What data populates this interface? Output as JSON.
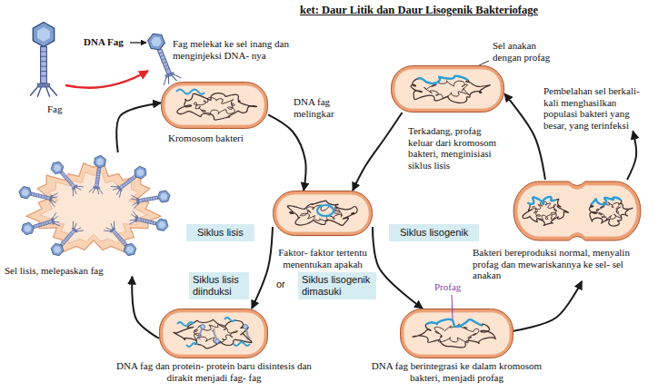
{
  "diagram": {
    "title": "ket: Daur Litik dan Daur Lisogenik Bakteriofage",
    "nodes": [
      {
        "text": [
          "Fag melekat ke sel inang dan menginjeksi DNA- nya",
          "Kromosom bakteri"
        ]
      },
      {
        "text": [
          "Sel anakan dengan profag"
        ]
      },
      {
        "text": [
          "Pembelahan sel berkali- kali menghasilkan populasi bakteri yang besar, yang terinfeksi"
        ]
      },
      {
        "text": [
          "Sel lisis, melepaskan fag"
        ]
      },
      {
        "text": [
          "Siklus lisis"
        ]
      },
      {
        "text": [
          "Faktor- faktor tertentu menentukan apakah"
        ]
      },
      {
        "text": [
          "Siklus lisogenik"
        ]
      },
      {
        "text": [
          "Bakteri bereproduksi normal, menyalin profag dan mewariskannya ke sel- sel anakan"
        ]
      },
      {
        "text": [
          "DNA fag dan protein- protein baru disintesis dan dirakit menjadi fag- fag"
        ]
      },
      {
        "text": [
          "DNA fag berintegrasi ke dalam kromosom bakteri, menjadi profag"
        ]
      }
    ],
    "edges": [
      {
        "from": 0,
        "to": 5,
        "label": "DNA fag melingkar",
        "arrow": "to"
      },
      {
        "from": 5,
        "to": 8,
        "label": "Siklus lisis diinduksi",
        "arrow": "to"
      },
      {
        "from": 8,
        "to": 3,
        "arrow": "to"
      },
      {
        "from": 3,
        "to": 0,
        "arrow": "to"
      },
      {
        "from": 5,
        "to": 9,
        "label": "Siklus lisogenik dimasuki",
        "arrow": "to"
      },
      {
        "from": 9,
        "to": 7,
        "arrow": "to"
      },
      {
        "from": 7,
        "to": 1,
        "arrow": "to"
      },
      {
        "from": 1,
        "to": 5,
        "label": "Terkadang, profag keluar dari kromosom bakteri, menginisiasi siklus lisis",
        "arrow": "to"
      },
      {
        "from": 7,
        "to": 2,
        "arrow": "to"
      }
    ],
    "labels": [
      "DNA Fag",
      "Fag",
      "or",
      "Profag"
    ]
  }
}
